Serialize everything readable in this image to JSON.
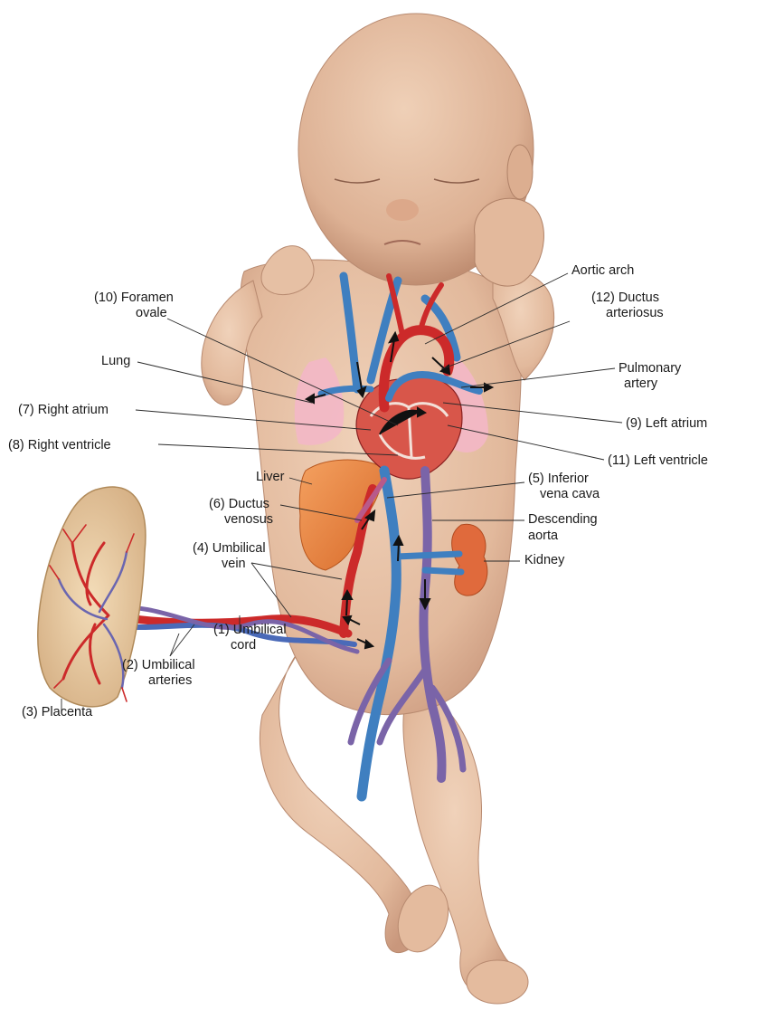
{
  "labels": {
    "aortic_arch": "Aortic arch",
    "foramen_ovale_1": "(10) Foramen",
    "foramen_ovale_2": "ovale",
    "ductus_arteriosus_1": "(12) Ductus",
    "ductus_arteriosus_2": "arteriosus",
    "lung": "Lung",
    "pulmonary_artery_1": "Pulmonary",
    "pulmonary_artery_2": "artery",
    "right_atrium": "(7) Right atrium",
    "left_atrium": "(9) Left atrium",
    "right_ventricle": "(8) Right ventricle",
    "left_ventricle": "(11) Left ventricle",
    "liver": "Liver",
    "inferior_vena_cava_1": "(5) Inferior",
    "inferior_vena_cava_2": "vena cava",
    "ductus_venosus_1": "(6) Ductus",
    "ductus_venosus_2": "venosus",
    "descending_aorta_1": "Descending",
    "descending_aorta_2": "aorta",
    "umbilical_vein_1": "(4) Umbilical",
    "umbilical_vein_2": "vein",
    "kidney": "Kidney",
    "umbilical_cord_1": "(1) Umbilical",
    "umbilical_cord_2": "cord",
    "umbilical_arteries_1": "(2) Umbilical",
    "umbilical_arteries_2": "arteries",
    "placenta": "(3) Placenta"
  },
  "colors": {
    "skin": "#e8c4a8",
    "skin_shadow": "#c99a80",
    "vein_blue": "#3f7fc0",
    "artery_red": "#cc2a2a",
    "mixed_purple": "#7a64a8",
    "liver": "#e8823a",
    "lung": "#f2b6c4",
    "kidney": "#e06a3c",
    "placenta": "#e9cfa6"
  }
}
